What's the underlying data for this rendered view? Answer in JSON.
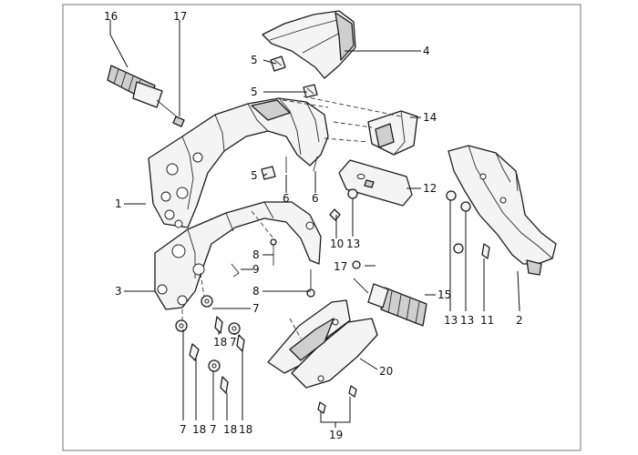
{
  "callouts": {
    "c1": "1",
    "c2": "2",
    "c3": "3",
    "c4": "4",
    "c5a": "5",
    "c5b": "5",
    "c5c": "5",
    "c6a": "6",
    "c6b": "6",
    "c7a": "7",
    "c7b": "7",
    "c7c": "7",
    "c7d": "7",
    "c8a": "8",
    "c8b": "8",
    "c9": "9",
    "c10": "10",
    "c11": "11",
    "c12": "12",
    "c13a": "13",
    "c13b": "13",
    "c13c": "13",
    "c14": "14",
    "c15": "15",
    "c16": "16",
    "c17a": "17",
    "c17b": "17",
    "c18a": "18",
    "c18b": "18",
    "c18c": "18",
    "c18d": "18",
    "c19": "19",
    "c20": "20"
  }
}
